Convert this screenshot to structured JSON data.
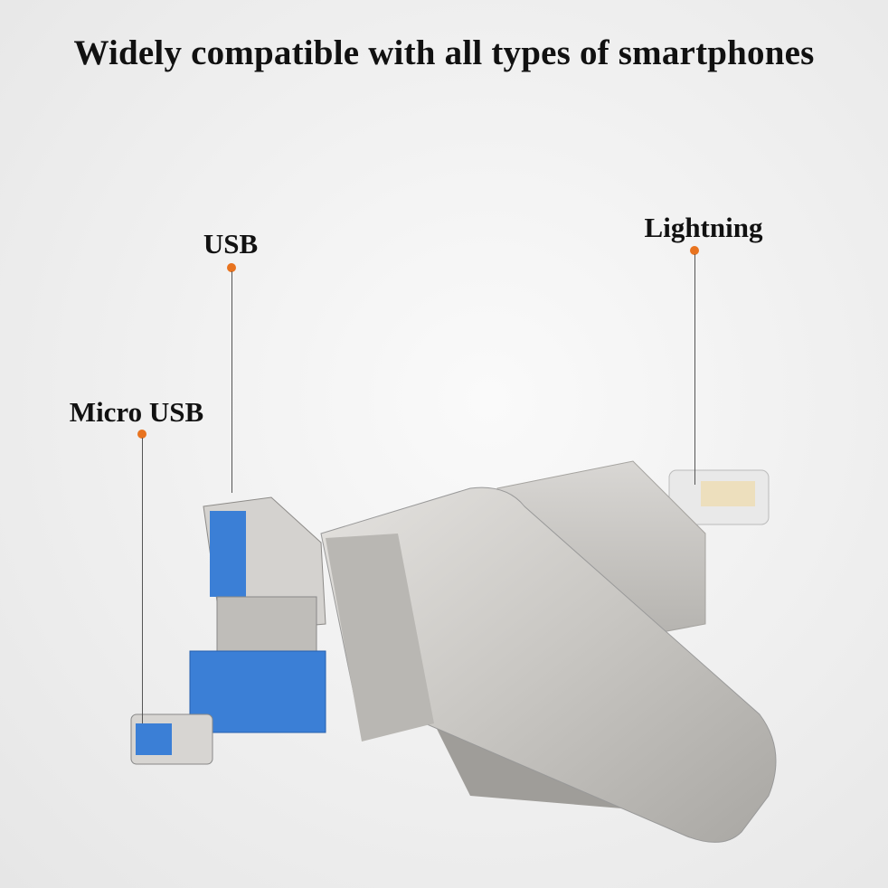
{
  "title": "Widely compatible with all types of smartphones",
  "callouts": {
    "usb": "USB",
    "lightning": "Lightning",
    "micro_usb": "Micro USB"
  },
  "colors": {
    "dot": "#e8731f",
    "connector_blue": "#3b7fd6",
    "metal": "#c9c7c4"
  }
}
